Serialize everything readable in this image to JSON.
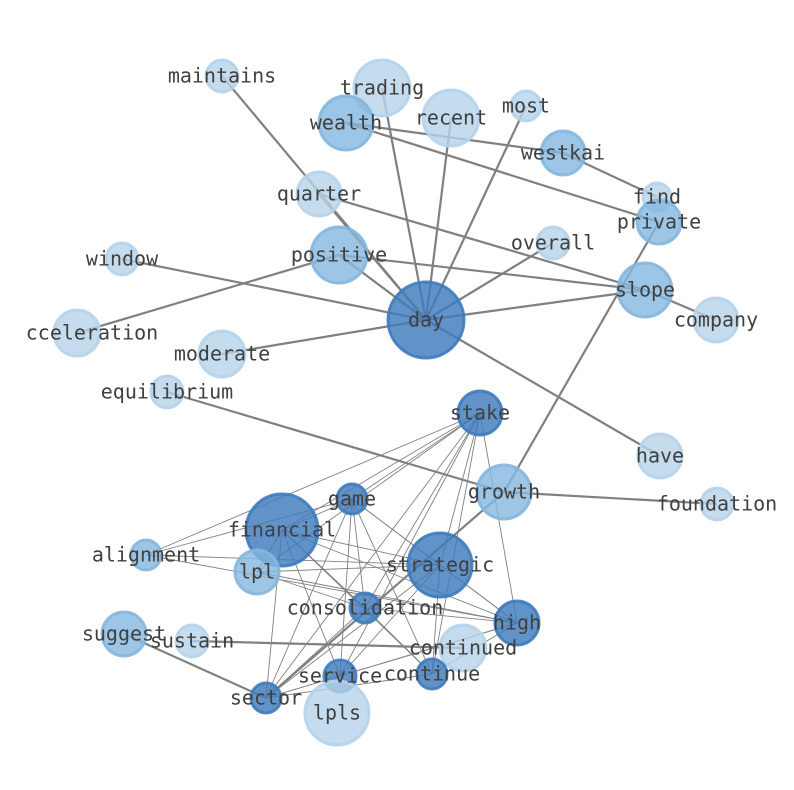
{
  "graph": {
    "palette": {
      "light": "#b5d3ea",
      "mid": "#84b6de",
      "dark": "#3e7bbd",
      "edge": "#808080",
      "label": "#404040"
    },
    "nodes": [
      {
        "id": "maintains",
        "label": "maintains",
        "tone": "light"
      },
      {
        "id": "trading",
        "label": "trading",
        "tone": "light"
      },
      {
        "id": "most",
        "label": "most",
        "tone": "light"
      },
      {
        "id": "wealth",
        "label": "wealth",
        "tone": "mid"
      },
      {
        "id": "recent",
        "label": "recent",
        "tone": "light"
      },
      {
        "id": "westkai",
        "label": "westkai",
        "tone": "mid"
      },
      {
        "id": "quarter",
        "label": "quarter",
        "tone": "light"
      },
      {
        "id": "find",
        "label": "find",
        "tone": "light"
      },
      {
        "id": "private",
        "label": "private",
        "tone": "mid"
      },
      {
        "id": "overall",
        "label": "overall",
        "tone": "light"
      },
      {
        "id": "window",
        "label": "window",
        "tone": "light"
      },
      {
        "id": "positive",
        "label": "positive",
        "tone": "mid"
      },
      {
        "id": "slope",
        "label": "slope",
        "tone": "mid"
      },
      {
        "id": "company",
        "label": "company",
        "tone": "light"
      },
      {
        "id": "acceleration",
        "label": "cceleration",
        "tone": "light"
      },
      {
        "id": "day",
        "label": "day",
        "tone": "dark"
      },
      {
        "id": "moderate",
        "label": "moderate",
        "tone": "light"
      },
      {
        "id": "equilibrium",
        "label": "equilibrium",
        "tone": "light"
      },
      {
        "id": "stake",
        "label": "stake",
        "tone": "dark"
      },
      {
        "id": "have",
        "label": "have",
        "tone": "light"
      },
      {
        "id": "growth",
        "label": "growth",
        "tone": "mid"
      },
      {
        "id": "game",
        "label": "game",
        "tone": "dark"
      },
      {
        "id": "foundation",
        "label": "foundation",
        "tone": "light"
      },
      {
        "id": "financial",
        "label": "financial",
        "tone": "dark"
      },
      {
        "id": "alignment",
        "label": "alignment",
        "tone": "mid"
      },
      {
        "id": "strategic",
        "label": "strategic",
        "tone": "dark"
      },
      {
        "id": "lpl",
        "label": "lpl",
        "tone": "mid"
      },
      {
        "id": "consolidation",
        "label": "consolidation",
        "tone": "dark"
      },
      {
        "id": "high",
        "label": "high",
        "tone": "dark"
      },
      {
        "id": "suggest",
        "label": "suggest",
        "tone": "mid"
      },
      {
        "id": "sustain",
        "label": "sustain",
        "tone": "light"
      },
      {
        "id": "continued",
        "label": "continued",
        "tone": "light"
      },
      {
        "id": "service",
        "label": "service",
        "tone": "dark"
      },
      {
        "id": "continue",
        "label": "continue",
        "tone": "dark"
      },
      {
        "id": "sector",
        "label": "sector",
        "tone": "dark"
      },
      {
        "id": "lpls",
        "label": "lpls",
        "tone": "light"
      }
    ],
    "edges": [
      [
        "day",
        "maintains"
      ],
      [
        "day",
        "trading"
      ],
      [
        "day",
        "most"
      ],
      [
        "day",
        "recent"
      ],
      [
        "day",
        "window"
      ],
      [
        "day",
        "positive"
      ],
      [
        "day",
        "slope"
      ],
      [
        "day",
        "overall"
      ],
      [
        "day",
        "moderate"
      ],
      [
        "day",
        "have"
      ],
      [
        "day",
        "quarter"
      ],
      [
        "wealth",
        "westkai"
      ],
      [
        "wealth",
        "private"
      ],
      [
        "westkai",
        "find"
      ],
      [
        "quarter",
        "slope"
      ],
      [
        "positive",
        "slope"
      ],
      [
        "positive",
        "acceleration"
      ],
      [
        "slope",
        "company"
      ],
      [
        "private",
        "growth"
      ],
      [
        "growth",
        "foundation"
      ],
      [
        "growth",
        "equilibrium"
      ],
      [
        "growth",
        "sector"
      ],
      [
        "suggest",
        "sector"
      ],
      [
        "sustain",
        "continued"
      ],
      [
        "stake",
        "game"
      ],
      [
        "stake",
        "financial"
      ],
      [
        "stake",
        "alignment"
      ],
      [
        "stake",
        "lpl"
      ],
      [
        "stake",
        "consolidation"
      ],
      [
        "stake",
        "strategic"
      ],
      [
        "stake",
        "high"
      ],
      [
        "stake",
        "service"
      ],
      [
        "stake",
        "continue"
      ],
      [
        "stake",
        "sector"
      ],
      [
        "game",
        "financial"
      ],
      [
        "game",
        "strategic"
      ],
      [
        "game",
        "high"
      ],
      [
        "game",
        "consolidation"
      ],
      [
        "game",
        "service"
      ],
      [
        "game",
        "continue"
      ],
      [
        "game",
        "sector"
      ],
      [
        "game",
        "alignment"
      ],
      [
        "financial",
        "lpl"
      ],
      [
        "financial",
        "strategic"
      ],
      [
        "financial",
        "high"
      ],
      [
        "financial",
        "consolidation"
      ],
      [
        "financial",
        "service"
      ],
      [
        "financial",
        "sector"
      ],
      [
        "financial",
        "continue"
      ],
      [
        "alignment",
        "high"
      ],
      [
        "alignment",
        "strategic"
      ],
      [
        "lpl",
        "strategic"
      ],
      [
        "lpl",
        "consolidation"
      ],
      [
        "lpl",
        "high"
      ],
      [
        "strategic",
        "service"
      ],
      [
        "strategic",
        "sector"
      ],
      [
        "strategic",
        "high"
      ],
      [
        "strategic",
        "continue"
      ],
      [
        "consolidation",
        "high"
      ],
      [
        "consolidation",
        "continue"
      ],
      [
        "consolidation",
        "sector"
      ],
      [
        "high",
        "service"
      ],
      [
        "high",
        "sector"
      ],
      [
        "high",
        "continue"
      ],
      [
        "continue",
        "sector"
      ],
      [
        "service",
        "sector"
      ]
    ]
  }
}
